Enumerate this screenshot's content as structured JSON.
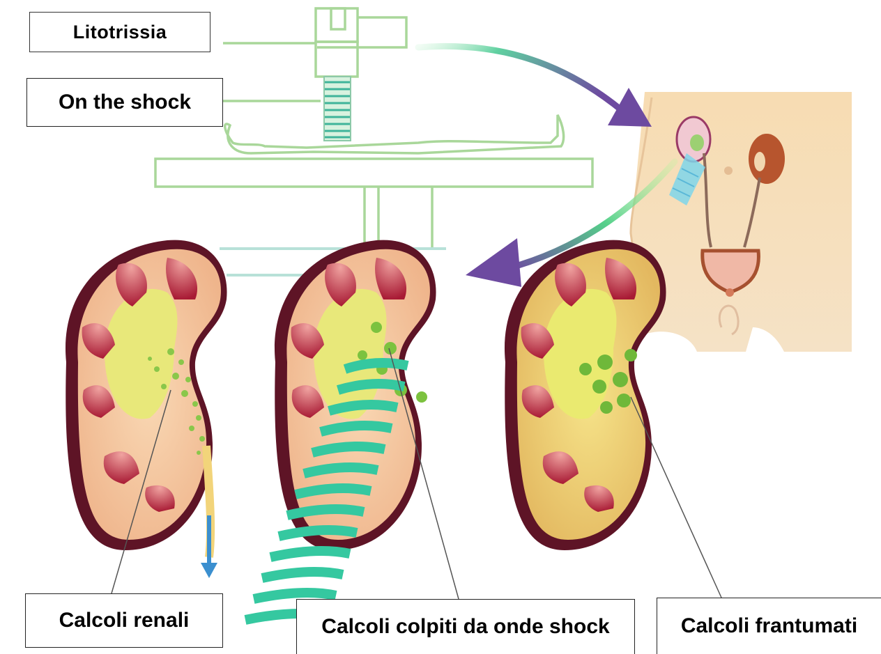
{
  "labels": {
    "litotrissia": "Litotrissia",
    "on_the_shock": "On the shock",
    "calcoli_renali": "Calcoli renali",
    "calcoli_colpiti": "Calcoli colpiti da onde shock",
    "calcoli_frantumati": "Calcoli frantumati"
  },
  "colors": {
    "machine_line": "#a9d79a",
    "skin": "#f6ddb0",
    "kidney_outer": "#6b1a2a",
    "kidney_cortex": "#f4c9a0",
    "pyramid": "#b8203a",
    "pelvis": "#e6e46a",
    "stone": "#7cc23f",
    "wave": "#35c8a0",
    "arrow_purple": "#6b4a9a",
    "arrow_green": "#7ee08a"
  }
}
